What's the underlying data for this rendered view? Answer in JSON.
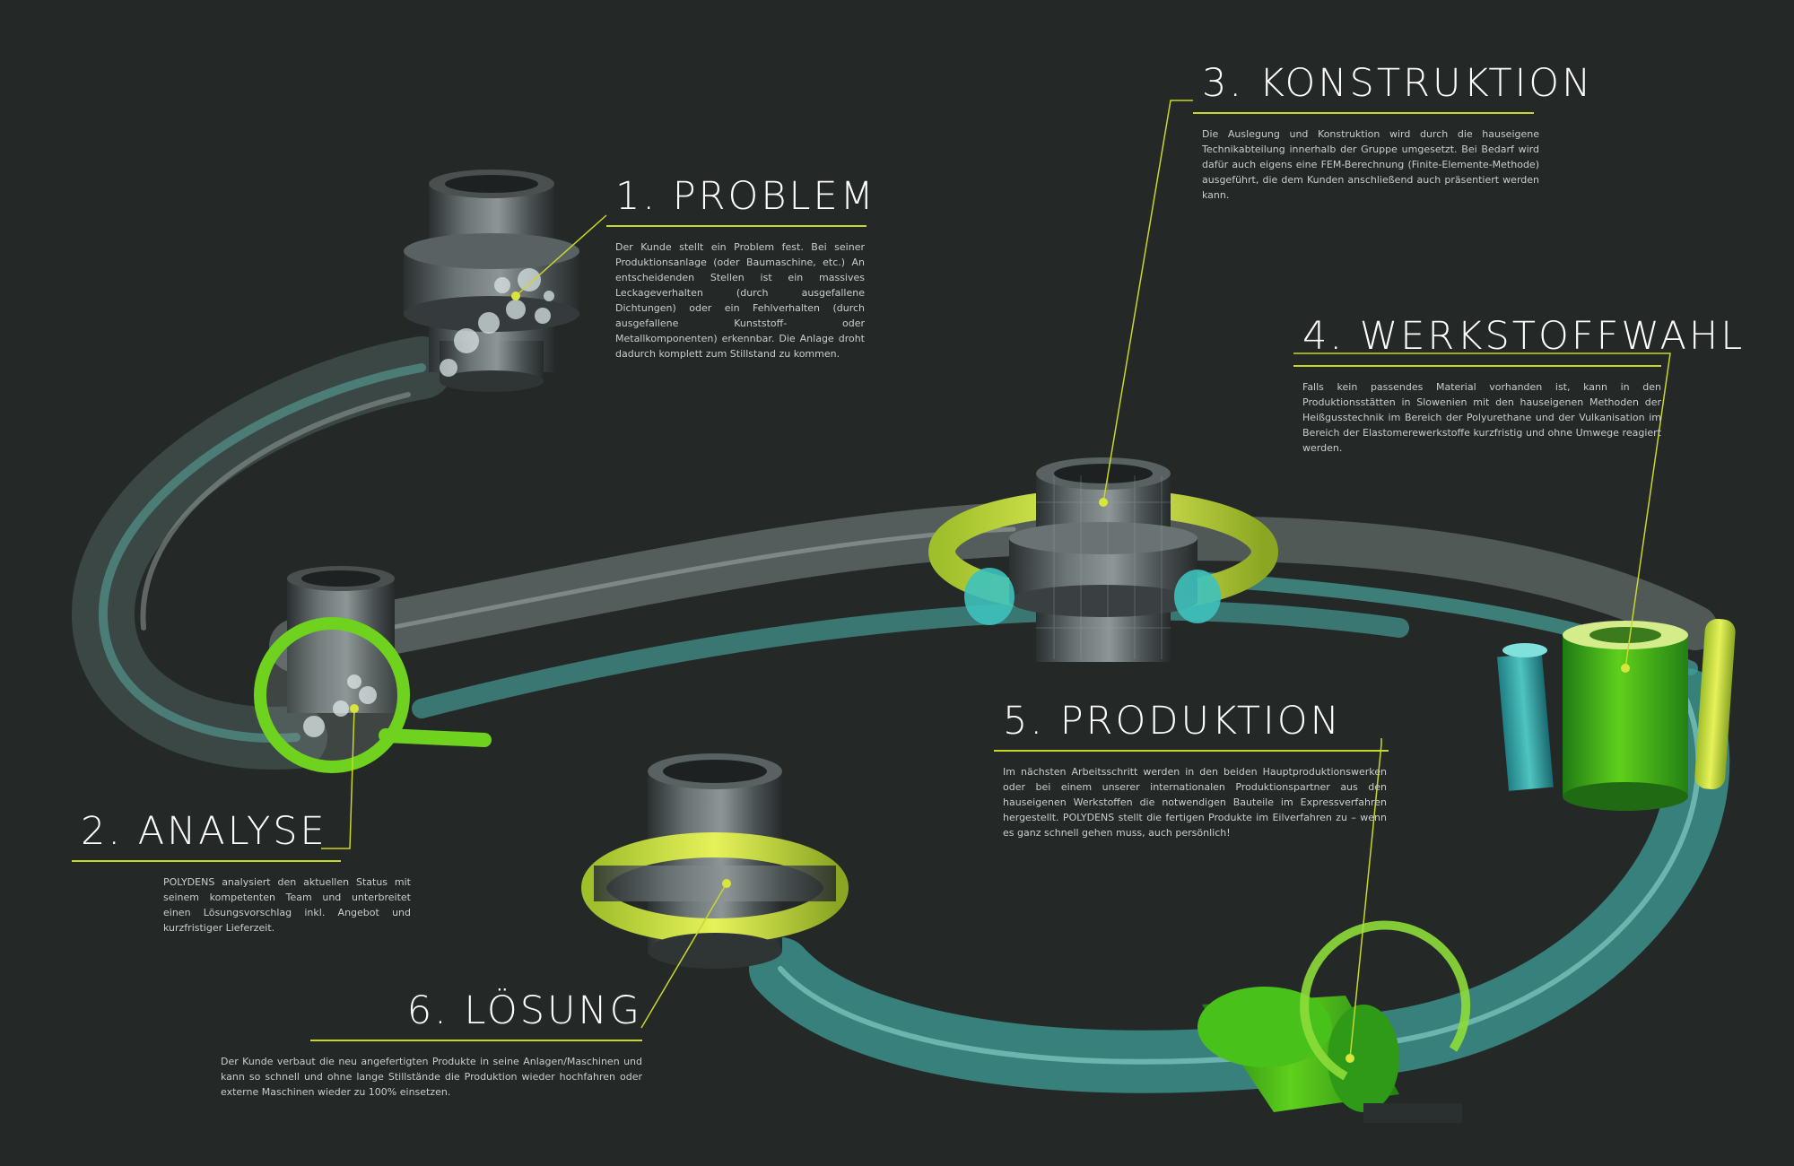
{
  "steps": [
    {
      "title": "1. PROBLEM",
      "text": "Der Kunde stellt ein Problem fest. Bei seiner Produktionsanlage (oder Baumaschine, etc.) An entscheidenden Stellen ist ein massives Leckageverhalten (durch ausgefallene Dichtungen) oder ein Fehlverhalten (durch ausgefallene Kunststoff- oder Metallkomponenten) erkennbar. Die Anlage droht dadurch komplett zum Stillstand zu kommen."
    },
    {
      "title": "2. ANALYSE",
      "text": "POLYDENS analysiert den aktuellen Status mit seinem kompetenten Team und unterbreitet einen Lösungsvorschlag inkl. Angebot und kurzfristiger Lieferzeit."
    },
    {
      "title": "3. KONSTRUKTION",
      "text": "Die Auslegung und Konstruktion wird durch die hauseigene Technikabteilung innerhalb der Gruppe umgesetzt. Bei Bedarf wird dafür auch eigens eine FEM-Berechnung (Finite-Elemente-Methode) ausgeführt, die dem Kunden anschließend auch präsentiert werden kann."
    },
    {
      "title": "4. WERKSTOFFWAHL",
      "text": "Falls kein passendes Material vorhanden ist, kann in den Produktionsstätten in Slowenien mit den hauseigenen Methoden der Heißgusstechnik im Bereich der Polyurethane und der Vulkanisation im Bereich der Elastomerewerkstoffe kurzfristig und ohne Umwege reagiert werden."
    },
    {
      "title": "5. PRODUKTION",
      "text": "Im nächsten Arbeitsschritt werden in den beiden Hauptproduktionswerken oder bei einem unserer internationalen Produktionspartner aus den hauseigenen Werkstoffen die notwendigen Bauteile im Expressverfahren hergestellt. POLYDENS stellt die fertigen Produkte im Eilverfahren zu – wenn es ganz schnell gehen muss, auch persönlich!"
    },
    {
      "title": "6. LÖSUNG",
      "text": "Der Kunde verbaut die neu angefertigten Produkte in seine Anlagen/Maschinen und kann so schnell und ohne lange Stillstände die Produktion wieder hochfahren oder externe Maschinen wieder zu 100% einsetzen."
    }
  ],
  "colors": {
    "background": "#242927",
    "accent_rule": "#c9d72a",
    "ring_teal": "#4fb8b0",
    "ring_gray": "#8e9896",
    "seal_green": "#6fd21e",
    "seal_lime": "#c6e84a"
  }
}
